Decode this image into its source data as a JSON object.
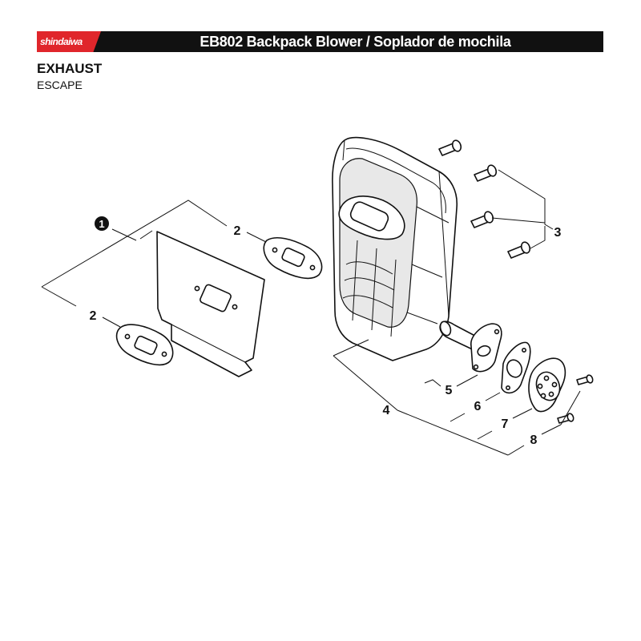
{
  "header": {
    "brand": "shindaiwa",
    "title": "EB802 Backpack Blower / Soplador de mochila"
  },
  "section": {
    "title": "EXHAUST",
    "subtitle": "ESCAPE"
  },
  "callouts": {
    "c1": "1",
    "c2a": "2",
    "c2b": "2",
    "c3": "3",
    "c4": "4",
    "c5": "5",
    "c6": "6",
    "c7": "7",
    "c8": "8"
  },
  "colors": {
    "brand_red": "#e0262b",
    "header_bar": "#111111"
  }
}
